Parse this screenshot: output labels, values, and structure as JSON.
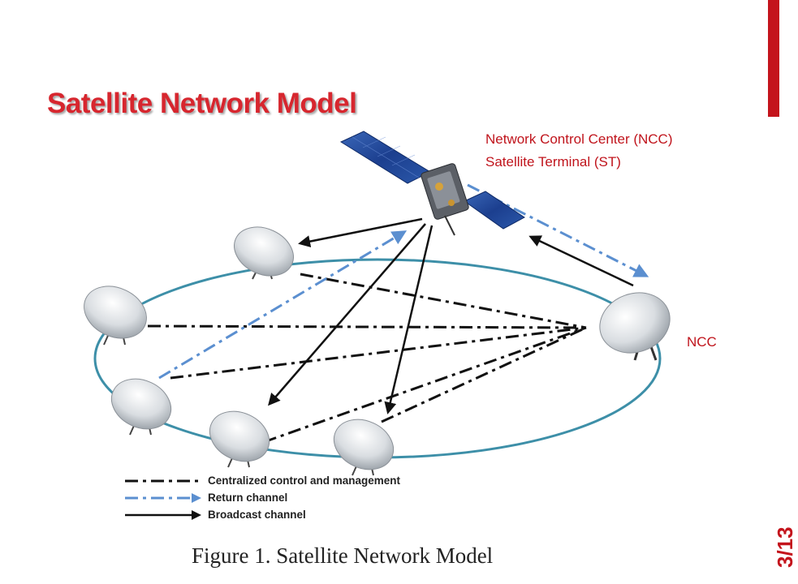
{
  "slide": {
    "title": "Satellite Network Model",
    "page_number": "3/13",
    "caption": "Figure 1. Satellite Network Model"
  },
  "notes": {
    "line1": "Network Control Center (NCC)",
    "line2": "Satellite Terminal (ST)"
  },
  "labels": {
    "ncc": "NCC"
  },
  "legend": [
    {
      "label": "Centralized control and management",
      "style": "dash-dot",
      "color": "#111111"
    },
    {
      "label": "Return channel",
      "style": "dash-dot-arrow",
      "color": "#5b8fd0"
    },
    {
      "label": "Broadcast channel",
      "style": "solid-arrow",
      "color": "#111111"
    }
  ],
  "colors": {
    "accent": "#d7262e",
    "accent_bar": "#c4141c",
    "ellipse": "#3d8fa8",
    "return_channel": "#5b8fd0",
    "line": "#111111"
  }
}
